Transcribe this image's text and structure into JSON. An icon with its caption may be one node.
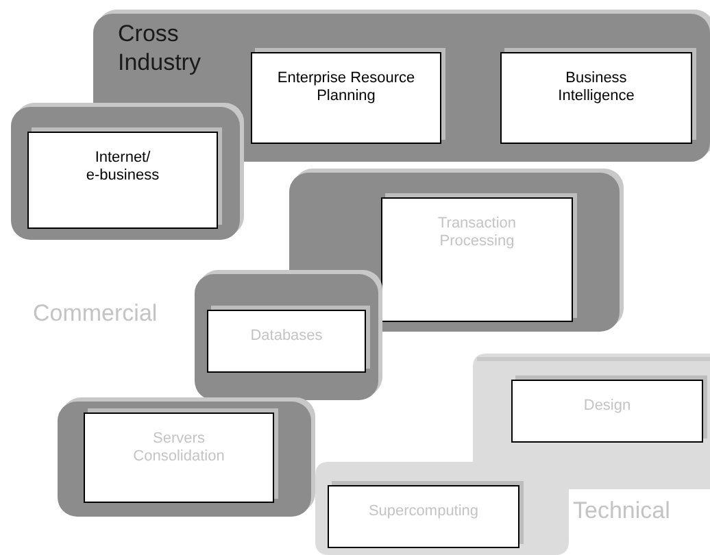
{
  "diagram": {
    "nodes": [
      {
        "text": [
          "Cross Industry"
        ]
      },
      {
        "text": [
          "Enterprise Resource Planning"
        ],
        "in": 0
      },
      {
        "text": [
          "Business Intelligence"
        ],
        "in": 0
      },
      {
        "text": [],
        "shape": "box"
      },
      {
        "text": [
          "Internet/ e-business"
        ],
        "in": 3
      },
      {
        "text": [],
        "shape": "box"
      },
      {
        "text": [
          "Transaction Processing"
        ],
        "in": 5
      },
      {
        "text": [],
        "shape": "box"
      },
      {
        "text": [
          "Databases"
        ],
        "in": 7
      },
      {
        "text": [],
        "shape": "box"
      },
      {
        "text": [
          "Servers Consolidation"
        ],
        "in": 9
      },
      {
        "text": [],
        "shape": "box"
      },
      {
        "text": [
          "Design"
        ],
        "in": 11
      },
      {
        "text": [
          "Supercomputing"
        ],
        "in": 11
      }
    ],
    "labels": [
      "Commercial",
      "Technical"
    ]
  }
}
